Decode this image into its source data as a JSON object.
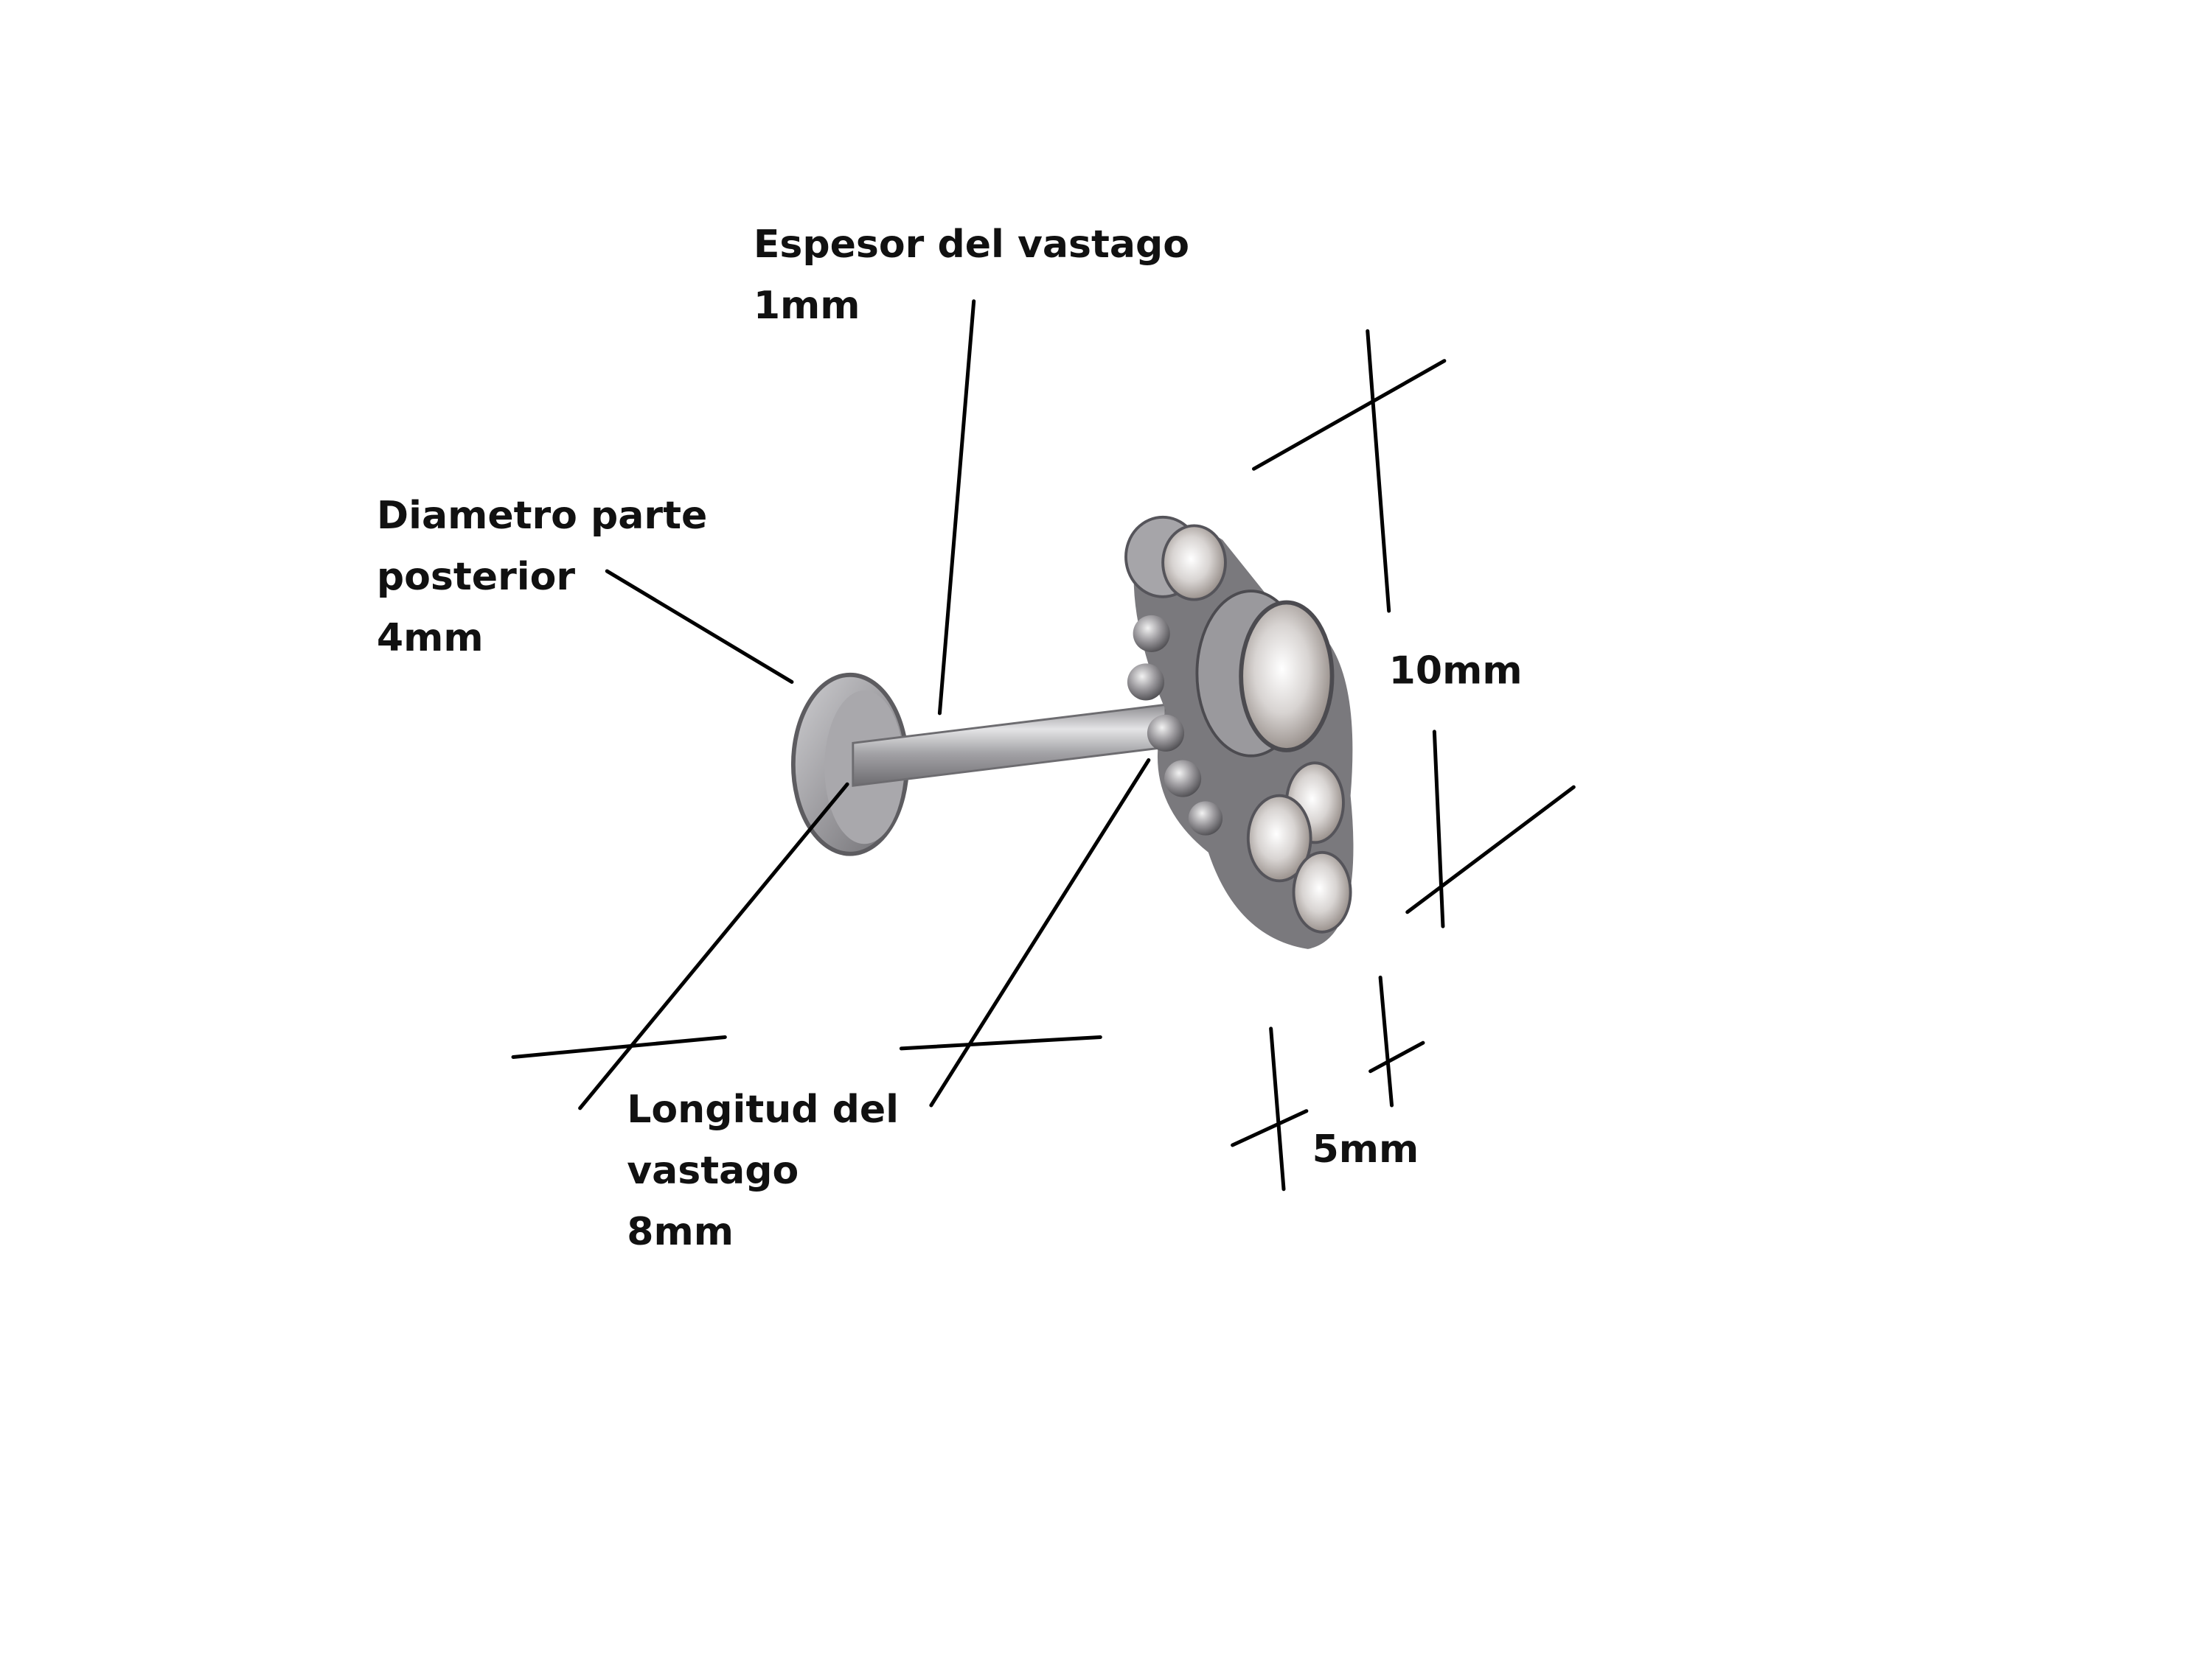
{
  "labels": {
    "shaft_thickness": {
      "line1": "Espesor del vastago",
      "line2": "1mm"
    },
    "back_diameter": {
      "line1": "Diametro parte",
      "line2": "posterior",
      "line3": "4mm"
    },
    "shaft_length": {
      "line1": "Longitud del",
      "line2": "vastago",
      "line3": "8mm"
    },
    "head_height": {
      "line1": "10mm"
    },
    "head_width": {
      "line1": "5mm"
    }
  },
  "colors": {
    "metal": "#b9b9bc",
    "metal_dark": "#5d5c60",
    "line": "#000000"
  }
}
